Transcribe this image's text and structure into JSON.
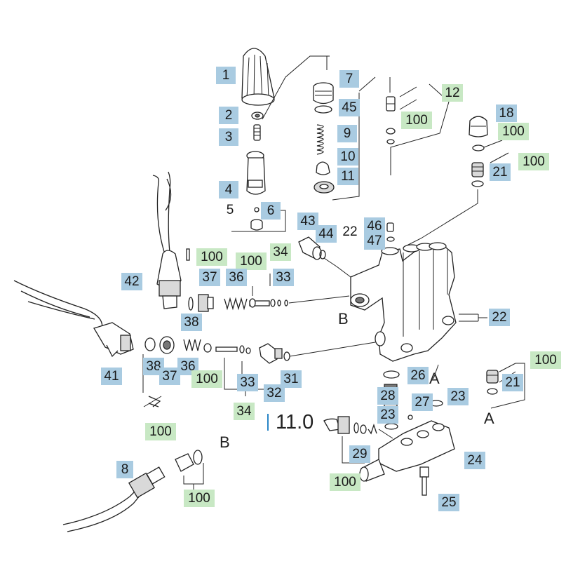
{
  "callouts": {
    "1": "1",
    "2": "2",
    "3": "3",
    "4": "4",
    "5": "5",
    "6": "6",
    "7": "7",
    "8": "8",
    "9": "9",
    "10": "10",
    "11": "11",
    "12": "12",
    "18": "18",
    "21": "21",
    "22": "22",
    "23": "23",
    "24": "24",
    "25": "25",
    "26": "26",
    "27": "27",
    "28": "28",
    "29": "29",
    "31": "31",
    "32": "32",
    "33": "33",
    "34": "34",
    "36": "36",
    "37": "37",
    "38": "38",
    "41": "41",
    "42": "42",
    "43": "43",
    "44": "44",
    "45": "45",
    "46": "46",
    "47": "47",
    "100": "100"
  },
  "letters": {
    "a": "A",
    "b": "B"
  },
  "section": "11.0",
  "colors": {
    "part_label": "#a9cbe1",
    "kit_label": "#c8e8c4",
    "section_bar": "#2a86c6"
  }
}
